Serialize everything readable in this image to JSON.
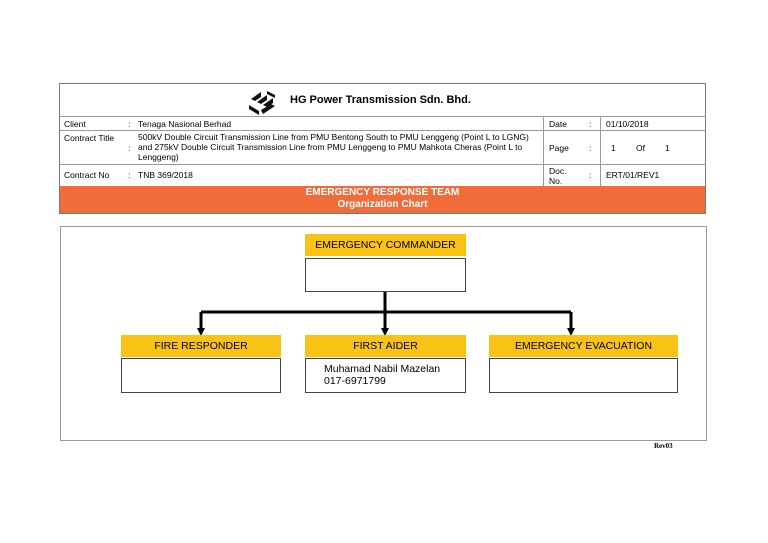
{
  "header": {
    "company": "HG Power Transmission Sdn. Bhd.",
    "client_label": "Client",
    "client_value": "Tenaga Nasional Berhad",
    "contract_title_label": "Contract Title",
    "contract_title_value": "500kV Double Circuit Transmission Line from PMU Bentong South to PMU Lenggeng (Point L to LGNG) and 275kV Double Circuit Transmission Line from PMU Lenggeng to PMU Mahkota Cheras (Point L to Lenggeng)",
    "contract_no_label": "Contract No",
    "contract_no_value": "TNB 369/2018",
    "date_label": "Date",
    "date_value": "01/10/2018",
    "page_label": "Page",
    "page_number": "1",
    "page_of": "Of",
    "page_total": "1",
    "doc_no_label": "Doc. No.",
    "doc_no_value": "ERT/01/REV1",
    "colon": ":"
  },
  "banner": {
    "title": "EMERGENCY RESPONSE TEAM",
    "subtitle": "Organization Chart"
  },
  "chart": {
    "commander": {
      "role": "EMERGENCY COMMANDER",
      "name": "",
      "phone": ""
    },
    "fire": {
      "role": "FIRE RESPONDER",
      "name": "",
      "phone": ""
    },
    "first_aider": {
      "role": "FIRST AIDER",
      "name": "Muhamad Nabil Mazelan",
      "phone": "017-6971799"
    },
    "evacuation": {
      "role": "EMERGENCY EVACUATION",
      "name": "",
      "phone": ""
    }
  },
  "footer": {
    "revision": "Rev03"
  },
  "colors": {
    "banner": "#f26c3a",
    "role_fill": "#f9c316"
  },
  "icons": {
    "logo": "company-logo"
  }
}
